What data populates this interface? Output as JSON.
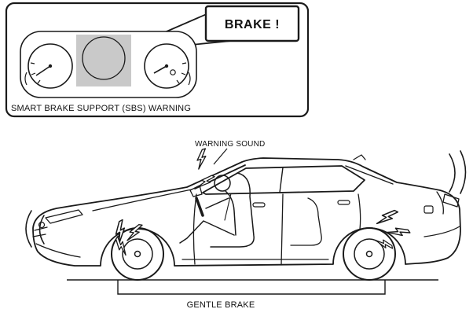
{
  "cluster_panel": {
    "callout_label": "BRAKE !",
    "caption": "SMART BRAKE SUPPORT (SBS) WARNING"
  },
  "annotations": {
    "warning_sound": "WARNING SOUND",
    "gentle_brake": "GENTLE BRAKE"
  },
  "colors": {
    "line": "#1a1a1a",
    "display_fill": "#c9c9c9",
    "background": "#ffffff"
  }
}
